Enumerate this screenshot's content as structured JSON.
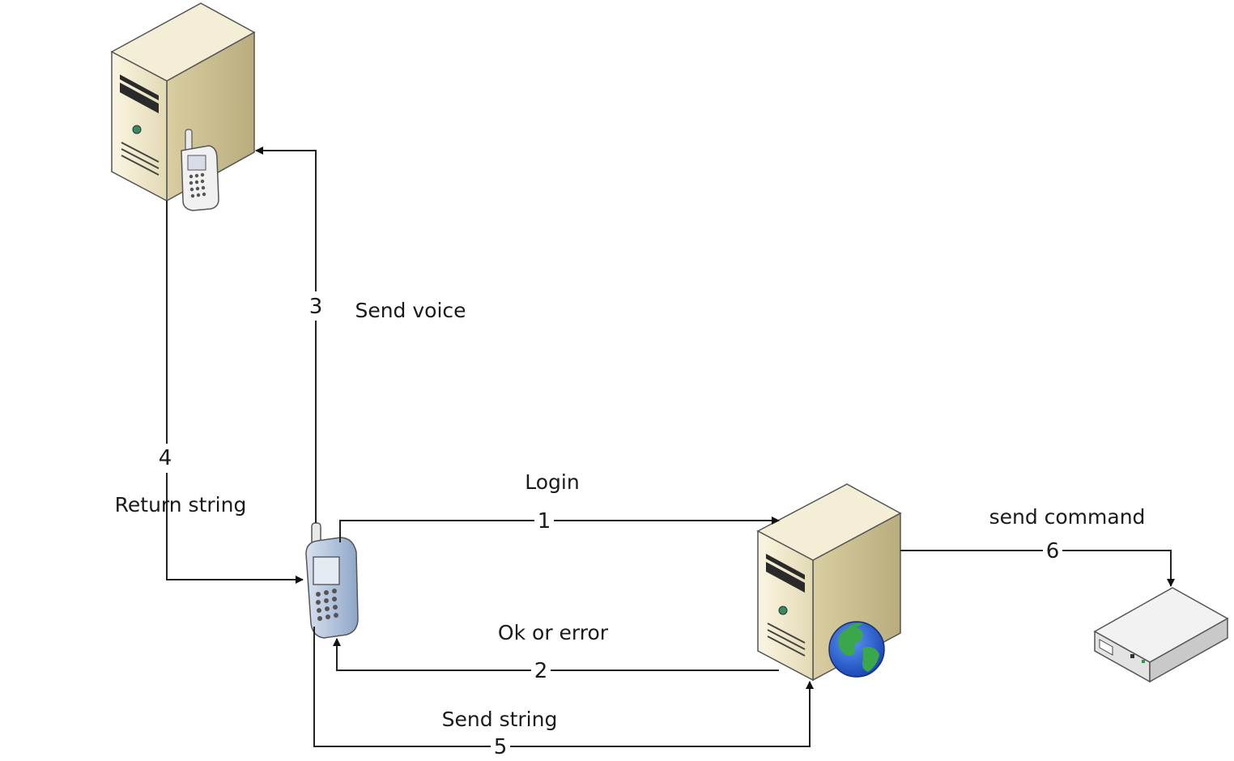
{
  "diagram": {
    "nodes": {
      "voice_server": {
        "icon": "server-with-phone-icon"
      },
      "mobile_phone": {
        "icon": "mobile-phone-icon"
      },
      "web_server": {
        "icon": "web-server-globe-icon"
      },
      "device": {
        "icon": "network-device-icon"
      }
    },
    "flows": [
      {
        "step": "1",
        "label": "Login"
      },
      {
        "step": "2",
        "label": "Ok or error"
      },
      {
        "step": "3",
        "label": "Send voice"
      },
      {
        "step": "4",
        "label": "Return string"
      },
      {
        "step": "5",
        "label": "Send string"
      },
      {
        "step": "6",
        "label": "send command"
      }
    ],
    "colors": {
      "line": "#222222",
      "server_body": "#ede6c7",
      "phone_body": "#9fb4cf",
      "globe_water": "#2a64d8",
      "globe_land": "#3aa84a"
    }
  }
}
